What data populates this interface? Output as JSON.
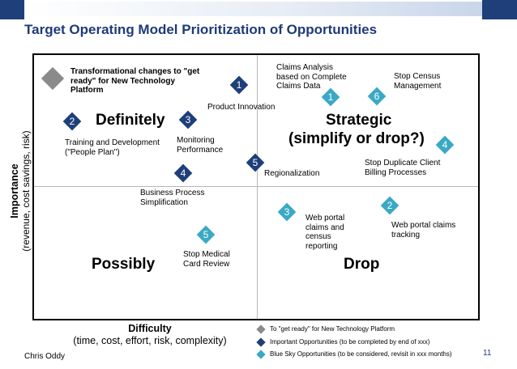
{
  "title": "Target Operating Model Prioritization of Opportunities",
  "colors": {
    "title": "#1f3a7a",
    "navy": "#1f3f7a",
    "teal": "#3aa9c4",
    "grey": "#8a8a8a",
    "axis_line": "#b7b7b7"
  },
  "y_axis": {
    "title": "Importance",
    "subtitle": "(revenue, cost savings, risk)"
  },
  "x_axis": {
    "title": "Difficulty",
    "subtitle": "(time, cost, effort, risk, complexity)"
  },
  "quadrants": {
    "top_left": "Definitely",
    "top_right_line1": "Strategic",
    "top_right_line2": "(simplify or drop?)",
    "bottom_left": "Possibly",
    "bottom_right": "Drop"
  },
  "items": {
    "transformational": {
      "label1": "Transformational changes to \"get",
      "label2": "ready\" for New Technology",
      "label3": "Platform",
      "category": "grey"
    },
    "product_innovation": {
      "num": "1",
      "label": "Product Innovation",
      "category": "navy"
    },
    "training": {
      "num": "2",
      "label1": "Training and Development",
      "label2": "(\"People Plan\")",
      "category": "navy"
    },
    "monitoring": {
      "num": "3",
      "label1": "Monitoring",
      "label2": "Performance",
      "category": "navy"
    },
    "bpm": {
      "num": "4",
      "label1": "Business Process",
      "label2": "Simplification",
      "category": "navy"
    },
    "regionalization": {
      "num": "5",
      "label": "Regionalization",
      "category": "navy"
    },
    "claims_analysis": {
      "num": "1",
      "label1": "Claims Analysis",
      "label2": "based on Complete",
      "label3": "Claims Data",
      "category": "teal"
    },
    "stop_census": {
      "num": "6",
      "label1": "Stop Census",
      "label2": "Management",
      "category": "teal"
    },
    "stop_duplicate": {
      "num": "4",
      "label1": "Stop Duplicate Client",
      "label2": "Billing Processes",
      "category": "teal"
    },
    "web_portal_census": {
      "num": "3",
      "label1": "Web portal",
      "label2": "claims and",
      "label3": "census",
      "label4": "reporting",
      "category": "teal"
    },
    "web_portal_claims": {
      "num": "2",
      "label1": "Web portal claims",
      "label2": "tracking",
      "category": "teal"
    },
    "stop_medical": {
      "num": "5",
      "label1": "Stop Medical",
      "label2": "Card Review",
      "category": "teal"
    }
  },
  "legend": {
    "grey": "To \"get ready\" for New Technology Platform",
    "navy": "Important Opportunities (to be completed by end of xxx)",
    "teal": "Blue Sky Opportunities (to be considered, revisit in xxx months)"
  },
  "author": "Chris Oddy",
  "page_number": "11"
}
